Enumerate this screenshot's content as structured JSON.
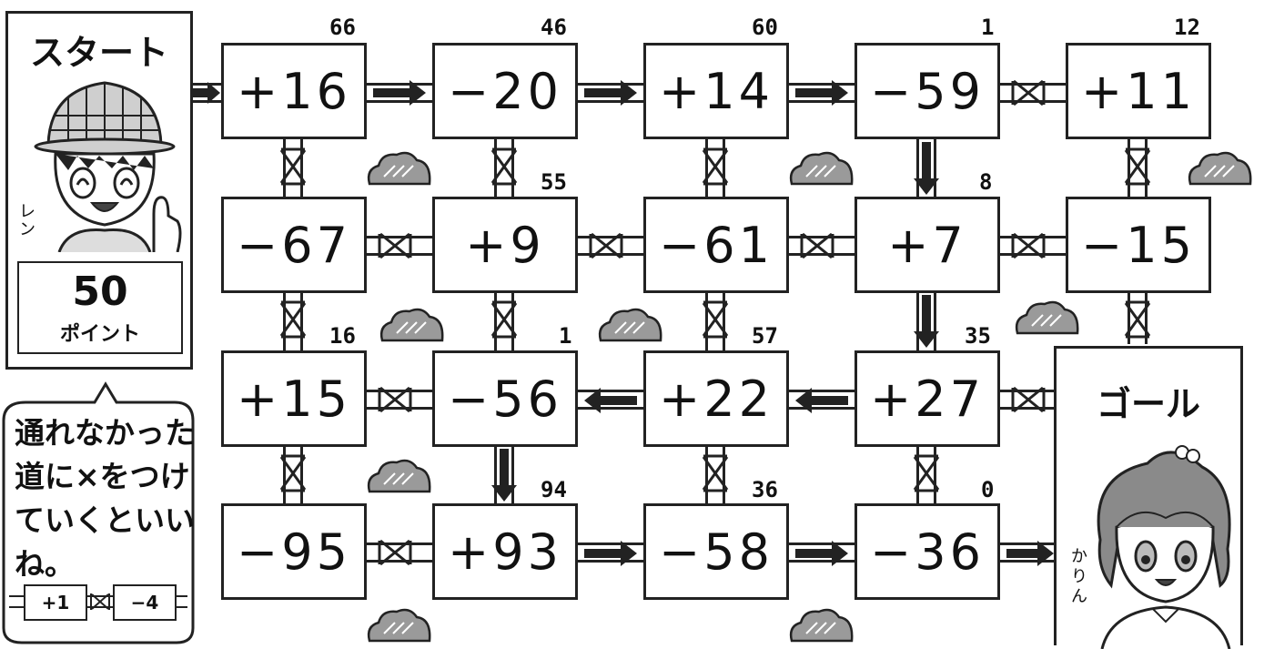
{
  "start": {
    "title": "スタート",
    "name": "レン",
    "points_value": "50",
    "points_unit": "ポイント"
  },
  "goal": {
    "title": "ゴール",
    "name": "かりん"
  },
  "hint": {
    "lines": [
      "通れなかった",
      "道に×をつけ",
      "ていくといい",
      "ね。"
    ],
    "example_a": "+1",
    "example_b": "−4"
  },
  "grid": [
    [
      {
        "op": "+16",
        "val": "66"
      },
      {
        "op": "−20",
        "val": "46"
      },
      {
        "op": "+14",
        "val": "60"
      },
      {
        "op": "−59",
        "val": "1"
      },
      {
        "op": "+11",
        "val": "12"
      }
    ],
    [
      {
        "op": "−67",
        "val": ""
      },
      {
        "op": "+9",
        "val": "55"
      },
      {
        "op": "−61",
        "val": ""
      },
      {
        "op": "+7",
        "val": "8"
      },
      {
        "op": "−15",
        "val": ""
      }
    ],
    [
      {
        "op": "+15",
        "val": "16"
      },
      {
        "op": "−56",
        "val": "1"
      },
      {
        "op": "+22",
        "val": "57"
      },
      {
        "op": "+27",
        "val": "35"
      }
    ],
    [
      {
        "op": "−95",
        "val": ""
      },
      {
        "op": "+93",
        "val": "94"
      },
      {
        "op": "−58",
        "val": "36"
      },
      {
        "op": "−36",
        "val": "0"
      }
    ]
  ],
  "colors": {
    "ink": "#222222",
    "cloud": "#9a9a9a"
  }
}
